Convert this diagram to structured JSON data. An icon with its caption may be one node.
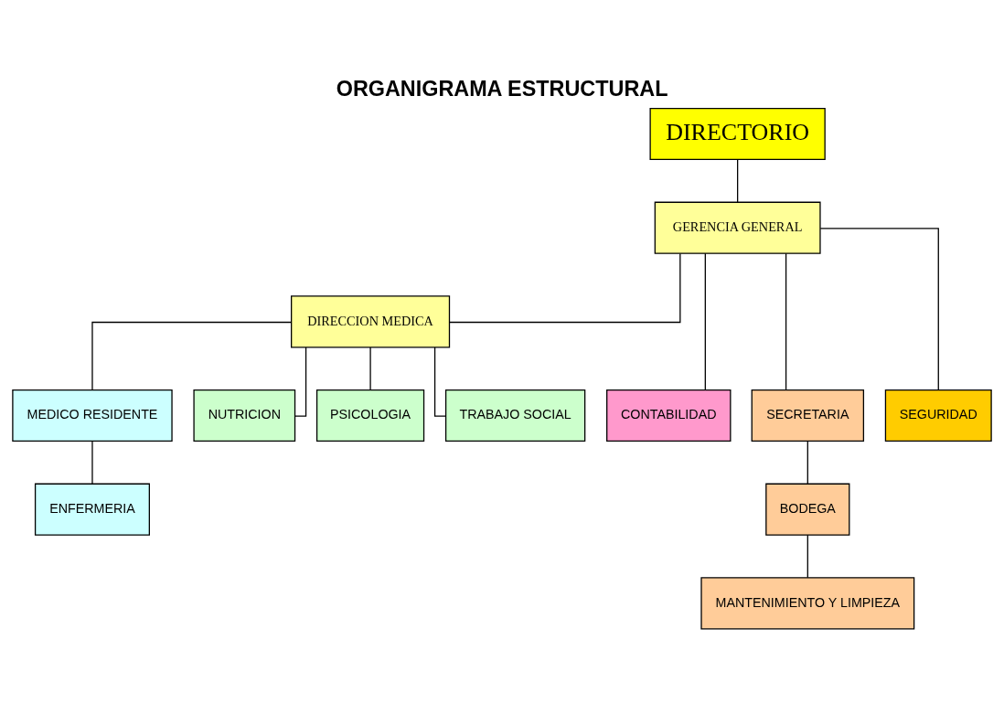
{
  "diagram": {
    "title": "ORGANIGRAMA ESTRUCTURAL",
    "nodes": [
      {
        "text": [
          "DIRECTORIO"
        ]
      },
      {
        "text": [
          "GERENCIA GENERAL"
        ]
      },
      {
        "text": [
          "DIRECCION MEDICA"
        ]
      },
      {
        "text": [
          "MEDICO RESIDENTE"
        ]
      },
      {
        "text": [
          "NUTRICION"
        ]
      },
      {
        "text": [
          "PSICOLOGIA"
        ]
      },
      {
        "text": [
          "TRABAJO SOCIAL"
        ]
      },
      {
        "text": [
          "CONTABILIDAD"
        ]
      },
      {
        "text": [
          "SECRETARIA"
        ]
      },
      {
        "text": [
          "SEGURIDAD"
        ]
      },
      {
        "text": [
          "ENFERMERIA"
        ]
      },
      {
        "text": [
          "BODEGA"
        ]
      },
      {
        "text": [
          "MANTENIMIENTO Y LIMPIEZA"
        ]
      }
    ],
    "edges": [
      {
        "from": 0,
        "to": 1,
        "arrow": "none"
      },
      {
        "from": 1,
        "to": 2,
        "arrow": "none"
      },
      {
        "from": 2,
        "to": 3,
        "arrow": "none"
      },
      {
        "from": 2,
        "to": 4,
        "arrow": "none"
      },
      {
        "from": 2,
        "to": 5,
        "arrow": "none"
      },
      {
        "from": 2,
        "to": 6,
        "arrow": "none"
      },
      {
        "from": 1,
        "to": 7,
        "arrow": "none"
      },
      {
        "from": 1,
        "to": 8,
        "arrow": "none"
      },
      {
        "from": 1,
        "to": 9,
        "arrow": "none"
      },
      {
        "from": 3,
        "to": 10,
        "arrow": "none"
      },
      {
        "from": 8,
        "to": 11,
        "arrow": "none"
      },
      {
        "from": 11,
        "to": 12,
        "arrow": "none"
      }
    ]
  }
}
